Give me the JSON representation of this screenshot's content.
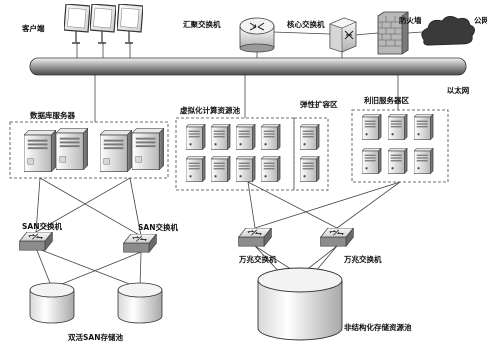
{
  "labels": {
    "client": "客户端",
    "aggregation_switch": "汇聚交换机",
    "core_switch": "核心交换机",
    "firewall": "防火墙",
    "internet": "公网",
    "ethernet": "以太网",
    "db_servers": "数据库服务器",
    "virt_pool": "虚拟化计算资源池",
    "elastic_zone": "弹性扩容区",
    "legacy_servers": "利旧服务器区",
    "san_switch_left": "SAN交换机",
    "san_switch_right": "SAN交换机",
    "gigabit_switch_left": "万兆交换机",
    "gigabit_switch_right": "万兆交换机",
    "san_storage": "双活SAN存储池",
    "unstructured_storage": "非结构化存储资源池"
  }
}
